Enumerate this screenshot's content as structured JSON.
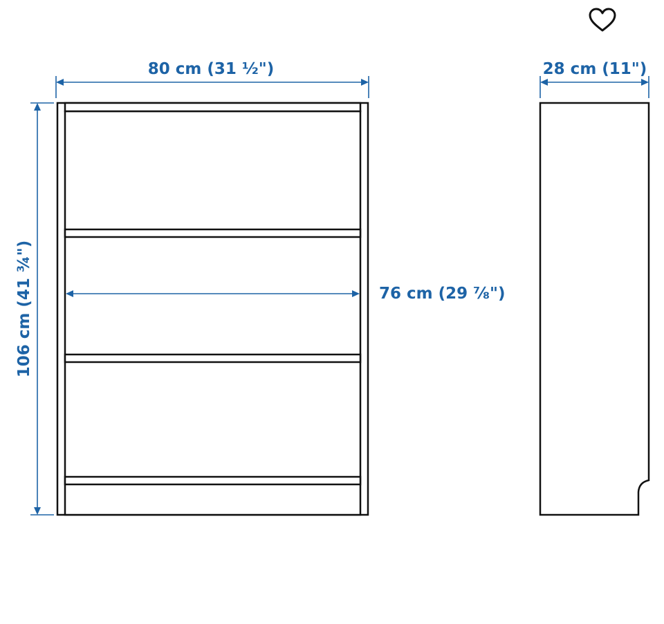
{
  "favorite": {
    "icon": "heart-icon"
  },
  "dimensions": {
    "width": "80 cm (31 ½\")",
    "depth": "28 cm (11\")",
    "height": "106 cm (41 ¾\")",
    "inner_width": "76 cm (29 ⅞\")"
  },
  "colors": {
    "dimension": "#1d63a6",
    "outline": "#111111",
    "background": "#ffffff"
  }
}
